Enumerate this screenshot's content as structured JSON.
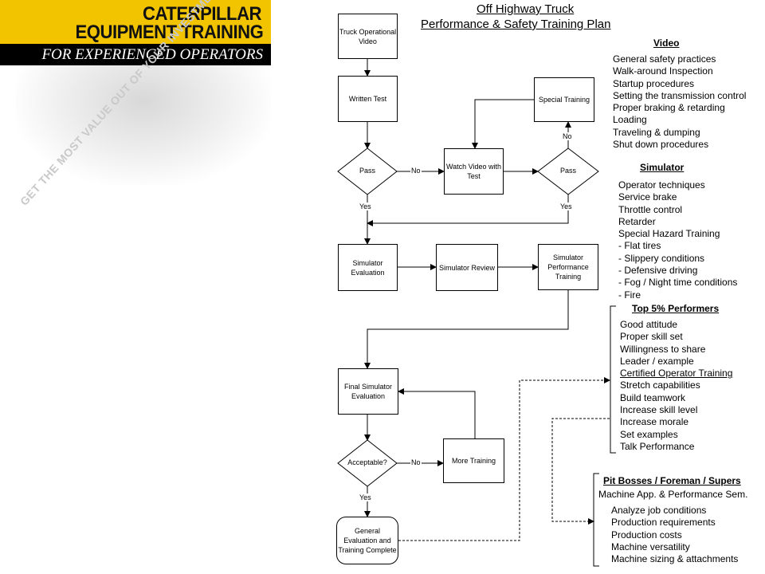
{
  "banner": {
    "line1": "CATERPILLAR",
    "line2": "EQUIPMENT TRAINING",
    "tagline": "FOR EXPERIENCED OPERATORS",
    "watermark": "GET THE MOST VALUE OUT OF YOUR INVESTMENT",
    "colors": {
      "yellow": "#f2c400",
      "black": "#000000"
    }
  },
  "title": {
    "line1": "Off Highway Truck",
    "line2": "Performance & Safety Training Plan"
  },
  "flow": {
    "truck_video": "Truck Operational Video",
    "written_test": "Written Test",
    "pass1": "Pass",
    "watch_video": "Watch Video with Test",
    "pass2": "Pass",
    "special_training": "Special Training",
    "sim_eval": "Simulator Evaluation",
    "sim_review": "Simulator Review",
    "sim_perf": "Simulator Performance Training",
    "final_eval": "Final Simulator Evaluation",
    "acceptable": "Acceptable?",
    "more_training": "More Training",
    "general_eval": "General Evaluation and Training Complete",
    "label_no1": "No",
    "label_no2": "No",
    "label_no3": "No",
    "label_yes1": "Yes",
    "label_yes2": "Yes",
    "label_yes3": "Yes"
  },
  "video": {
    "heading": "Video",
    "items": [
      "General safety practices",
      "Walk-around Inspection",
      "Startup procedures",
      "Setting the transmission control",
      "Proper braking & retarding",
      "Loading",
      "Traveling & dumping",
      "Shut down procedures"
    ]
  },
  "simulator": {
    "heading": "Simulator",
    "items": [
      "Operator techniques",
      "Service brake",
      "Throttle control",
      "Retarder",
      "Special Hazard Training",
      "- Flat tires",
      "- Slippery conditions",
      "- Defensive driving",
      "- Fog / Night time conditions",
      "- Fire"
    ]
  },
  "top5": {
    "heading": "Top 5% Performers",
    "items": [
      "Good attitude",
      "Proper skill set",
      "Willingness to share",
      "Leader / example",
      "Certified Operator Training",
      "Stretch capabilities",
      "Build teamwork",
      "Increase skill level",
      "Increase morale",
      "Set examples",
      "Talk Performance"
    ]
  },
  "pit": {
    "heading": "Pit Bosses / Foreman / Supers",
    "subheading": "Machine App. & Performance Sem.",
    "items": [
      "Analyze job conditions",
      "Production requirements",
      "Production costs",
      "Machine versatility",
      "Machine sizing & attachments"
    ]
  }
}
